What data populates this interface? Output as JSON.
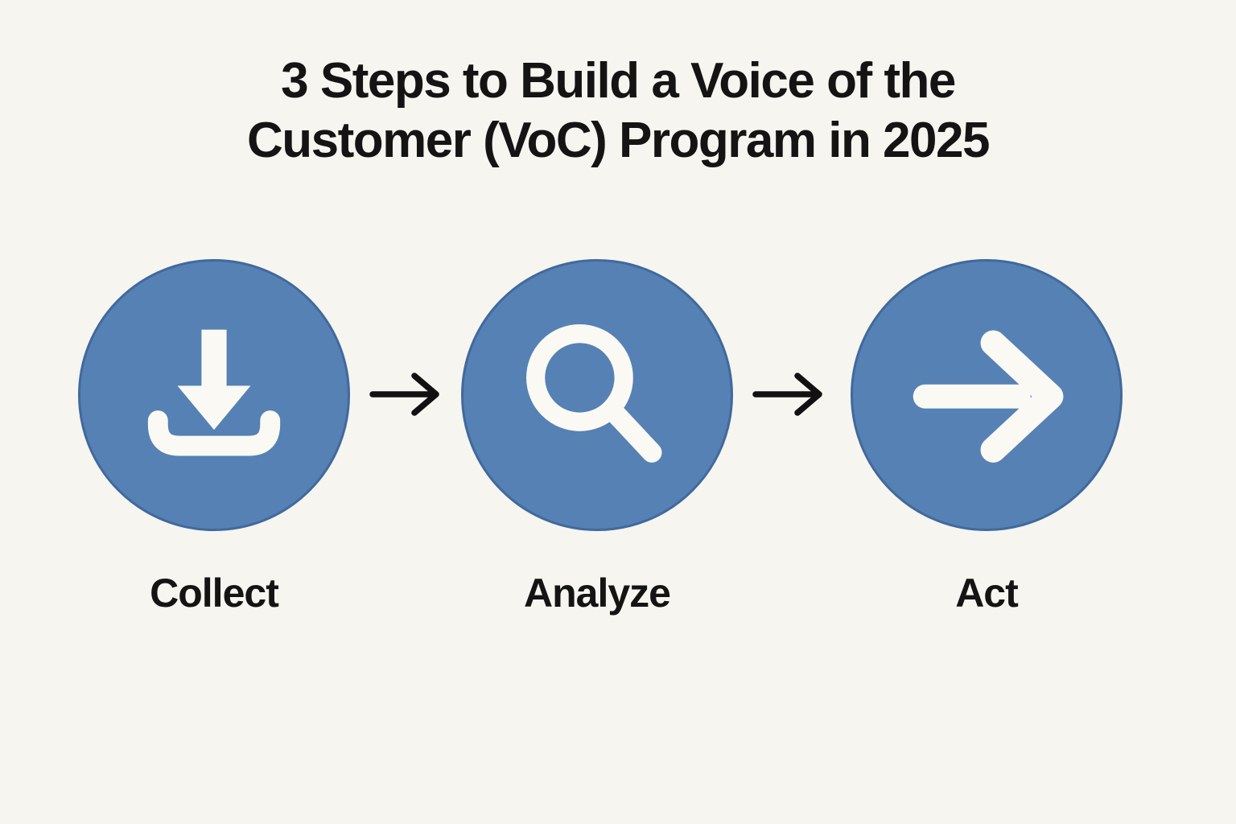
{
  "title": {
    "line1": "3 Steps to Build a Voice of the",
    "line2": "Customer (VoC) Program in 2025"
  },
  "steps": [
    {
      "label": "Collect",
      "icon": "download-icon"
    },
    {
      "label": "Analyze",
      "icon": "search-icon"
    },
    {
      "label": "Act",
      "icon": "arrow-right-icon"
    }
  ],
  "connectors": [
    {
      "icon": "right-arrow-connector-icon"
    },
    {
      "icon": "right-arrow-connector-icon"
    }
  ],
  "colors": {
    "background": "#f7f5f0",
    "circle_fill": "#5581b4",
    "circle_edge": "#41699c",
    "icon": "#faf9f4",
    "text": "#141414",
    "connector": "#111111"
  }
}
